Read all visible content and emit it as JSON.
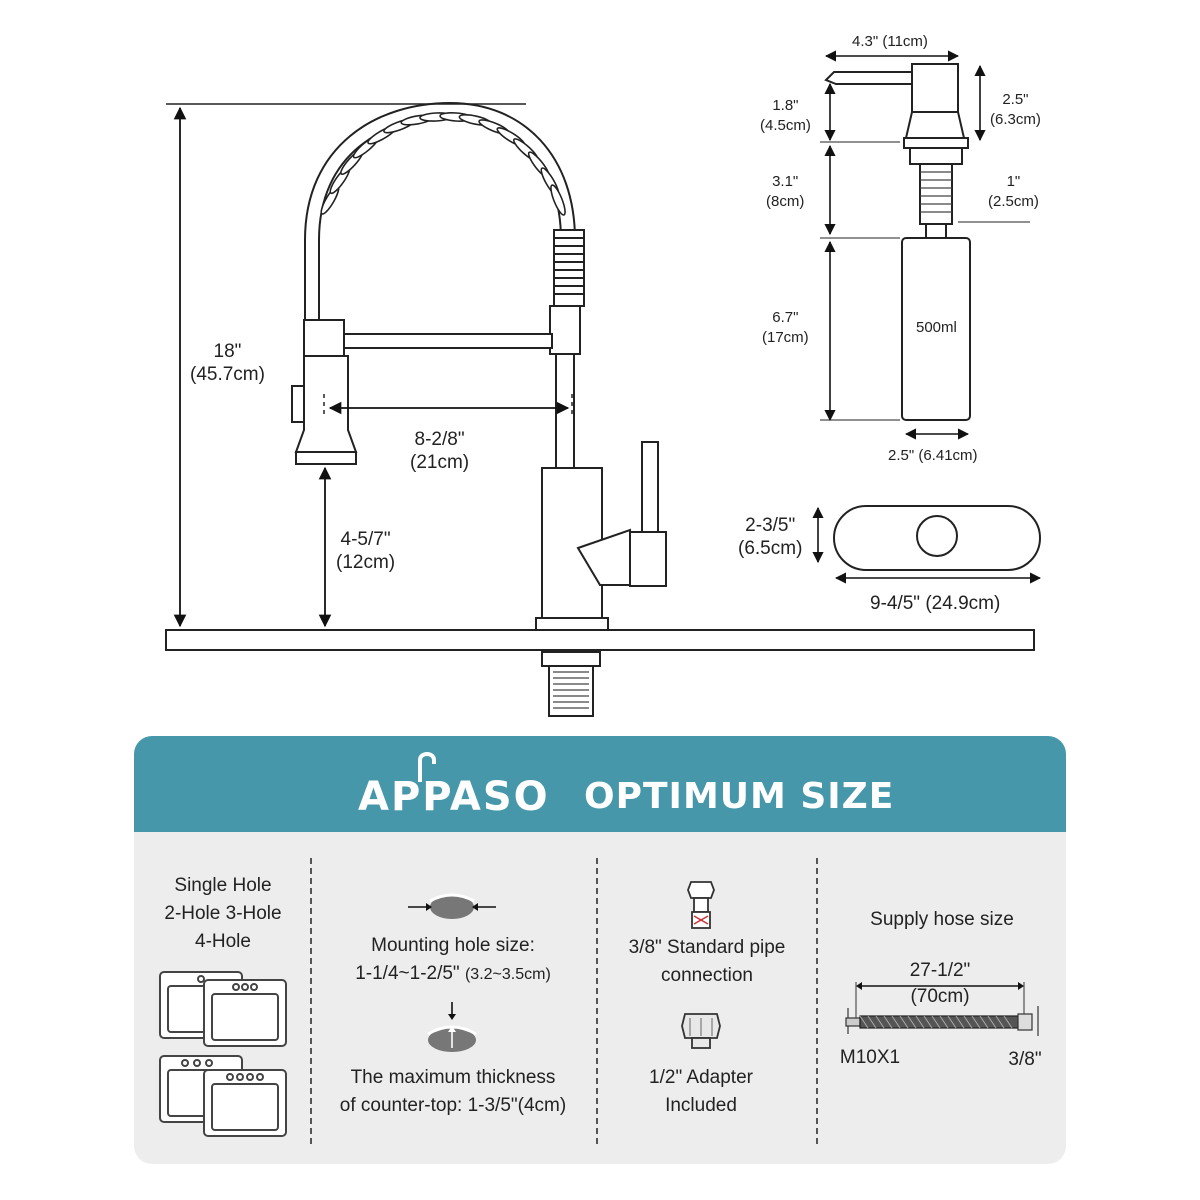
{
  "faucet": {
    "height_in": "18\"",
    "height_cm": "(45.7cm)",
    "reach_in": "8-2/8\"",
    "reach_cm": "(21cm)",
    "spout_height_in": "4-5/7\"",
    "spout_height_cm": "(12cm)"
  },
  "dispenser": {
    "top_width": "4.3\" (11cm)",
    "pump_height_in": "2.5\"",
    "pump_height_cm": "(6.3cm)",
    "nozzle_in": "1.8\"",
    "nozzle_cm": "(4.5cm)",
    "shank_len_in": "3.1\"",
    "shank_len_cm": "(8cm)",
    "shank_dia_in": "1\"",
    "shank_dia_cm": "(2.5cm)",
    "bottle_h_in": "6.7\"",
    "bottle_h_cm": "(17cm)",
    "capacity": "500ml",
    "bottle_w": "2.5\" (6.41cm)"
  },
  "deck_plate": {
    "height_in": "2-3/5\"",
    "height_cm": "(6.5cm)",
    "width": "9-4/5\" (24.9cm)"
  },
  "banner": {
    "logo": "APPASO",
    "title": "OPTIMUM SIZE",
    "color": "#4597a9",
    "accent": "#f39a1c"
  },
  "panel": {
    "holes": [
      "Single Hole",
      "2-Hole  3-Hole",
      "4-Hole"
    ],
    "mounting_label": "Mounting hole size:",
    "mounting_value": "1-1/4~1-2/5\"",
    "mounting_value_cm": "(3.2~3.5cm)",
    "thickness_line1": "The maximum thickness",
    "thickness_line2": "of counter-top: 1-3/5\"(4cm)",
    "pipe_line1": "3/8\" Standard pipe",
    "pipe_line2": "connection",
    "adapter_line1": "1/2\" Adapter",
    "adapter_line2": "Included",
    "hose_title": "Supply hose size",
    "hose_len_in": "27-1/2\"",
    "hose_len_cm": "(70cm)",
    "hose_left": "M10X1",
    "hose_right": "3/8\""
  }
}
